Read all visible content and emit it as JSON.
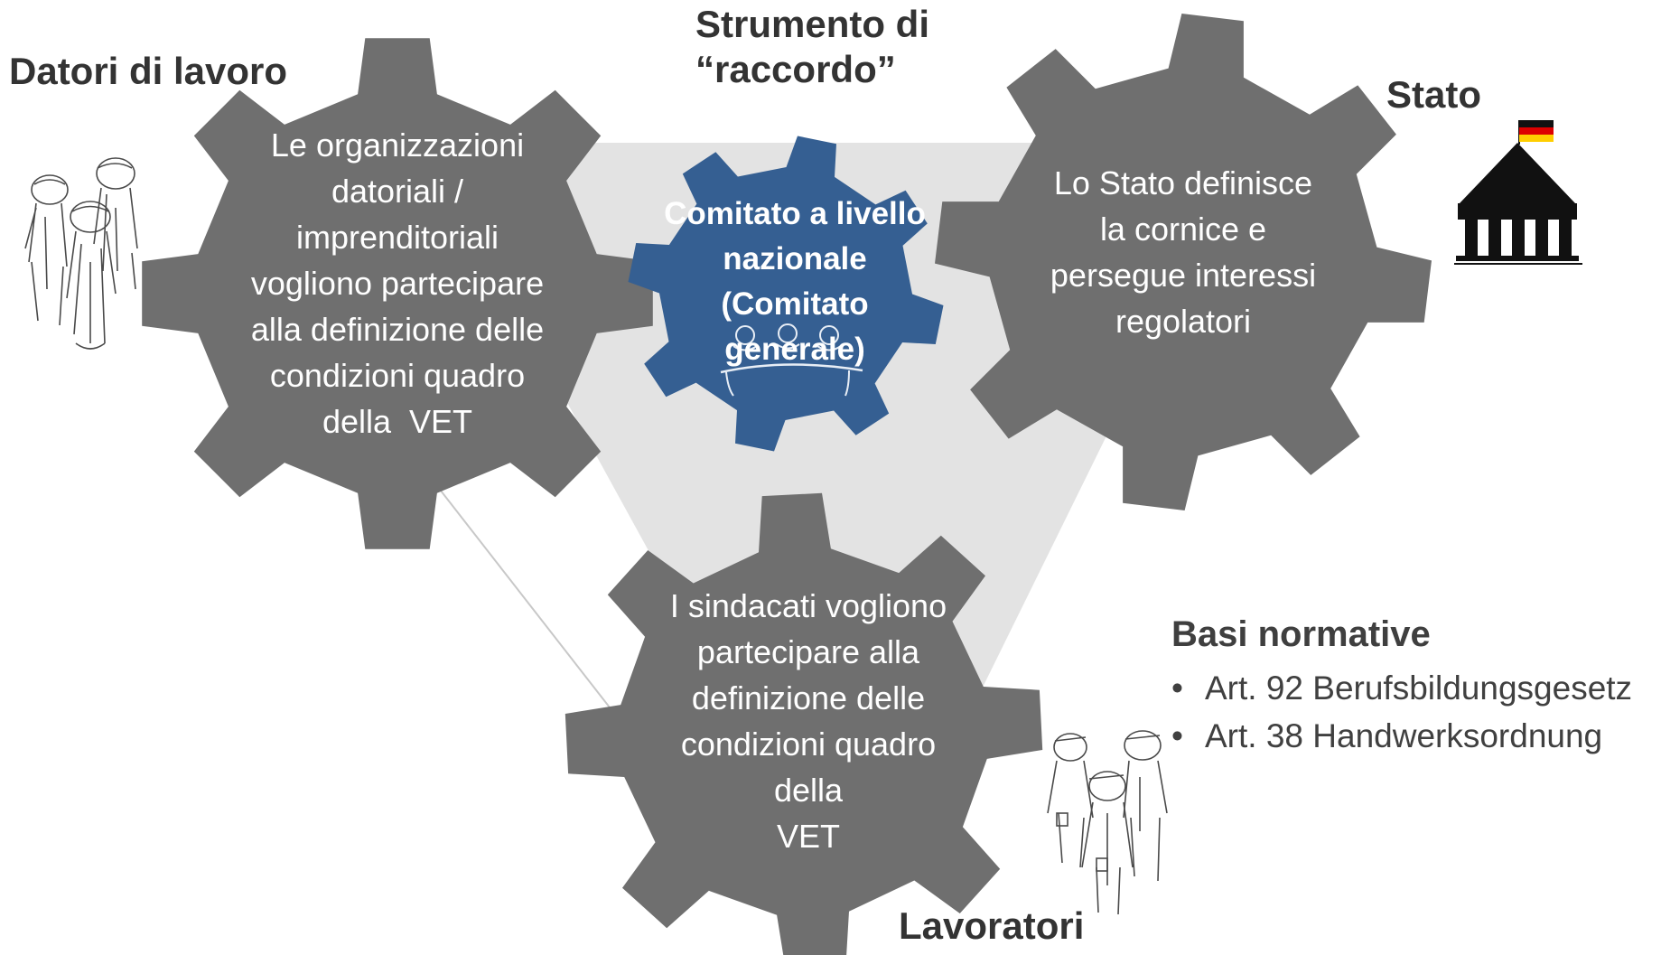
{
  "headings": {
    "employers": "Datori di lavoro",
    "instrument": [
      "Strumento di",
      "“raccordo”"
    ],
    "state": "Stato",
    "workers": "Lavoratori"
  },
  "gears": {
    "employers": [
      "Le organizzazioni",
      "datoriali /",
      "imprenditoriali",
      "vogliono partecipare",
      "alla definizione delle",
      "condizioni quadro",
      "della  VET"
    ],
    "committee": [
      "Comitato a livello",
      "nazionale",
      "(Comitato",
      "generale)"
    ],
    "state": [
      "Lo Stato definisce",
      "la cornice e",
      "persegue interessi",
      "regolatori"
    ],
    "unions": [
      "I sindacati vogliono",
      "partecipare alla",
      "definizione delle",
      "condizioni quadro",
      "della",
      "VET"
    ]
  },
  "legal_basis": {
    "title": "Basi normative",
    "items": [
      "Art. 92 Berufsbildungsgesetz",
      "Art. 38 Handwerksordnung"
    ]
  },
  "colors": {
    "gear_gray": "#6f6f6f",
    "gear_blue": "#355f92",
    "triangle": "#e3e3e3",
    "text_dark": "#333333"
  },
  "icons": [
    "employers-people-icon",
    "state-building-icon",
    "german-flag-icon",
    "workers-people-icon",
    "meeting-icon"
  ]
}
